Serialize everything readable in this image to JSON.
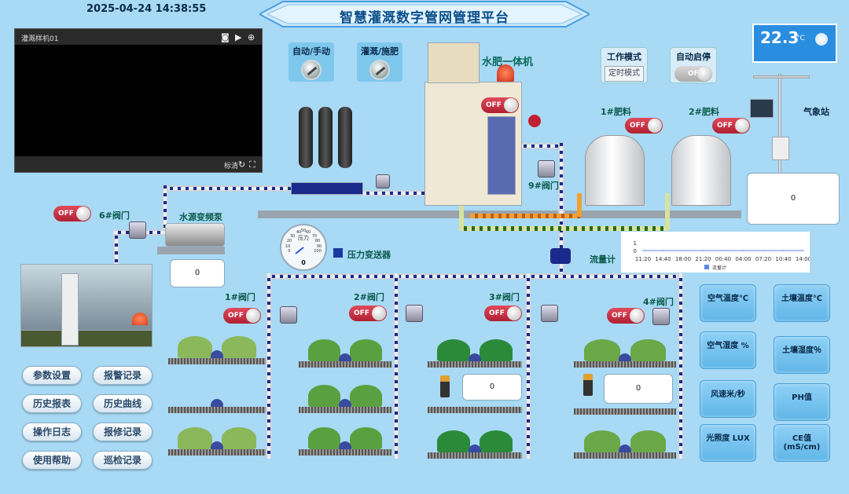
{
  "header": {
    "datetime": "2025-04-24 14:38:55",
    "title": "智慧灌溉数字管网管理平台"
  },
  "video": {
    "channel": "灌溉样机01",
    "footer_label": "标清"
  },
  "controls": {
    "auto_manual": "自动/手动",
    "irrigate_fertilize": "灌溉/施肥",
    "work_mode_label": "工作模式",
    "work_mode_value": "定时模式",
    "auto_start_stop": "自动启停",
    "off": "OFF"
  },
  "equipment": {
    "integrated_machine": "水肥一体机",
    "fert1": "1#肥料",
    "fert2": "2#肥料",
    "weather_station": "气象站",
    "valve6": "6#阀门",
    "valve9": "9#阀门",
    "pump": "水源变频泵",
    "pressure_sensor": "压力变送器",
    "flowmeter": "流量计",
    "valve1": "1#阀门",
    "valve2": "2#阀门",
    "valve3": "3#阀门",
    "valve4": "4#阀门",
    "gauge_label": "压力",
    "gauge_value": "0"
  },
  "values": {
    "pump_value": "0",
    "weather_value": "0",
    "field3_value": "0",
    "field4_value": "0"
  },
  "weather": {
    "temperature": "22.3",
    "unit": "°C"
  },
  "chart_data": {
    "type": "line",
    "x": [
      "11:20",
      "14:40",
      "18:00",
      "21:20",
      "00:40",
      "04:00",
      "07:20",
      "10:40",
      "14:00"
    ],
    "series": [
      {
        "name": "流量计",
        "values": [
          0,
          0,
          0,
          0,
          0,
          0,
          0,
          0,
          0
        ]
      }
    ],
    "yticks": [
      "1",
      "0"
    ],
    "ylim": [
      0,
      1
    ],
    "legend": "bottom",
    "color": "#5a8ae8"
  },
  "buttons": [
    "参数设置",
    "报警记录",
    "历史报表",
    "历史曲线",
    "操作日志",
    "报修记录",
    "使用帮助",
    "巡检记录"
  ],
  "sensors": [
    "空气温度℃",
    "土壤温度℃",
    "空气湿度 %",
    "土壤湿度％",
    "风速米/秒",
    "PH值",
    "光照度 LUX",
    "CE值(mS/cm)"
  ],
  "gauge_ticks": [
    "40",
    "50",
    "60",
    "30",
    "70",
    "20",
    "80",
    "10",
    "90",
    "0",
    "100"
  ]
}
